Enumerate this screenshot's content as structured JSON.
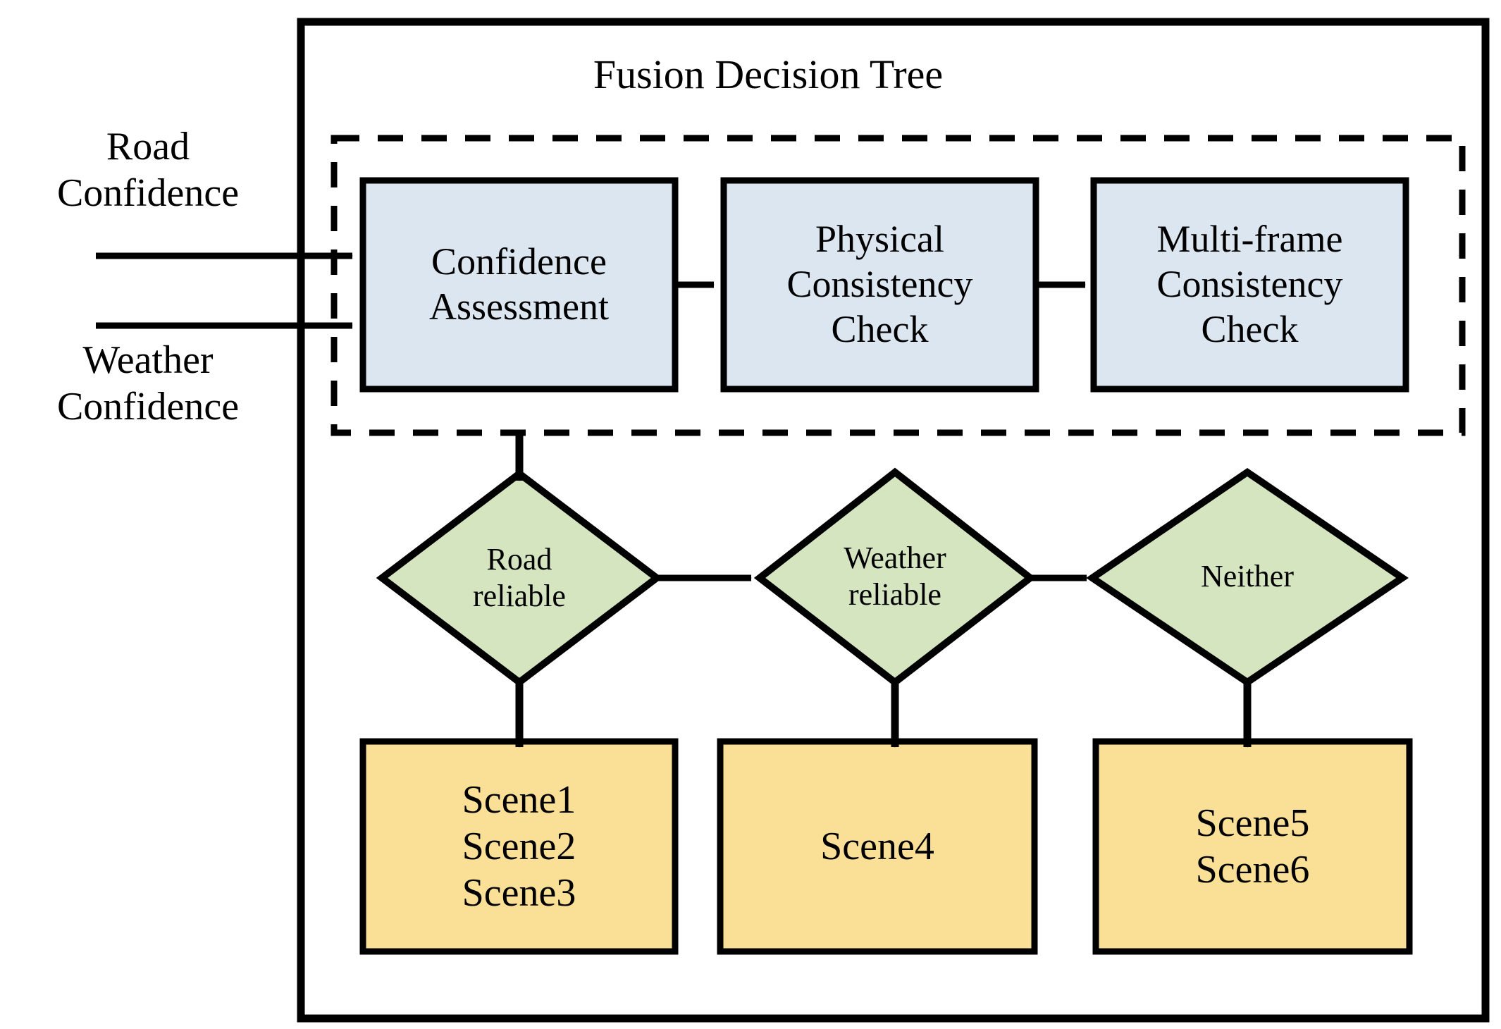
{
  "diagram": {
    "type": "flowchart",
    "title": "Fusion Decision Tree",
    "inputs": [
      {
        "id": "road-confidence",
        "label": "Road\nConfidence"
      },
      {
        "id": "weather-confidence",
        "label": "Weather\nConfidence"
      }
    ],
    "process_boxes": [
      {
        "id": "confidence-assessment",
        "label": "Confidence\nAssessment",
        "fill": "#dce6f1"
      },
      {
        "id": "physical-consistency-check",
        "label": "Physical\nConsistency\nCheck",
        "fill": "#dce6f1"
      },
      {
        "id": "multi-frame-consistency-check",
        "label": "Multi-frame\nConsistency\nCheck",
        "fill": "#dce6f1"
      }
    ],
    "decisions": [
      {
        "id": "road-reliable",
        "label": "Road\nreliable",
        "fill": "#d5e5c0"
      },
      {
        "id": "weather-reliable",
        "label": "Weather\nreliable",
        "fill": "#d5e5c0"
      },
      {
        "id": "neither",
        "label": "Neither",
        "fill": "#d5e5c0"
      }
    ],
    "outcomes": [
      {
        "id": "outcome-1",
        "label": "Scene1\nScene2\nScene3",
        "fill": "#fadf96"
      },
      {
        "id": "outcome-2",
        "label": "Scene4",
        "fill": "#fadf96"
      },
      {
        "id": "outcome-3",
        "label": "Scene5\nScene6",
        "fill": "#fadf96"
      }
    ],
    "colors": {
      "stroke": "#000000",
      "process_fill": "#dce6f1",
      "decision_fill": "#d5e5c0",
      "outcome_fill": "#fadf96",
      "background": "#ffffff"
    },
    "dashed_group": {
      "id": "consistency-pipeline-group",
      "style": "dashed"
    }
  }
}
